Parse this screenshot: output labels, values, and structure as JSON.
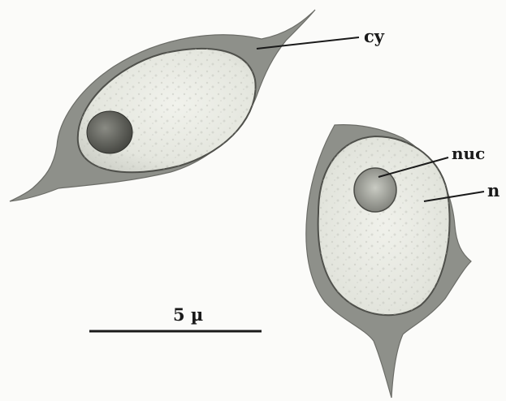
{
  "labels": {
    "cy": "cy",
    "nuc": "nuc",
    "n": "n"
  },
  "scale_bar": {
    "label": "5 µ"
  },
  "colors": {
    "background": "#fbfbf9",
    "cytoplasm": "#8d8f8a",
    "nucleus_fill": "#e6e8e1",
    "nucleus_edge": "#4a4b46",
    "nucleolus": "#5f605a",
    "ink": "#1a1a1a"
  }
}
